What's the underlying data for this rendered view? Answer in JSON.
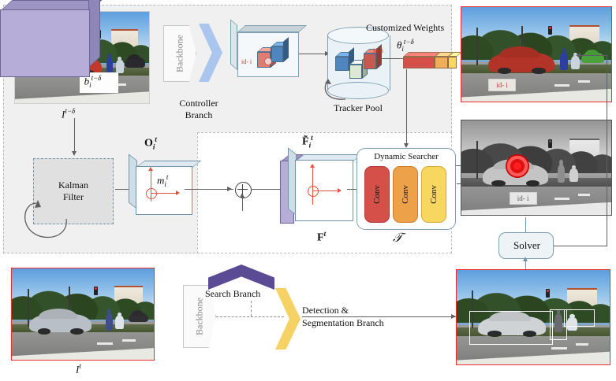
{
  "figure": {
    "title": "Tracking architecture with controller branch, tracker pool and dynamic searcher"
  },
  "panels": {
    "controller_panel_name": "controller-region",
    "search_panel_name": "search-region"
  },
  "labels": {
    "backbone_top": "Backbone",
    "backbone_bottom": "Backbone",
    "controller_branch_line1": "Controller",
    "controller_branch_line2": "Branch",
    "tracker_pool": "Tracker Pool",
    "customized_weights": "Customized Weights",
    "kalman_filter_line1": "Kalman",
    "kalman_filter_line2": "Filter",
    "dynamic_searcher": "Dynamic Searcher",
    "solver": "Solver",
    "search_branch": "Search Branch",
    "detection_line1": "Detection &",
    "detection_line2": "Segmentation Branch",
    "conv1": "Conv",
    "conv2": "Conv",
    "conv3": "Conv",
    "id_controller": "id- i",
    "id_pool": "id- i",
    "id_top_image": "id- i",
    "id_mid_image": "id- i"
  },
  "math": {
    "image_prev": {
      "base": "I",
      "sup": "t−δ"
    },
    "image_cur": {
      "base": "I",
      "sup": "t"
    },
    "box_prev": {
      "base": "b",
      "sub": "i",
      "sup": "t−δ"
    },
    "theta": {
      "base": "θ",
      "sub": "i",
      "sup": "t−δ"
    },
    "motion_map": {
      "base": "O",
      "sub": "i",
      "sup": "t"
    },
    "motion_inner": {
      "base": "m",
      "sub": "i",
      "sup": "t"
    },
    "feature_fused": {
      "base": "F̃",
      "sub": "i",
      "sup": "t"
    },
    "feature_search": {
      "base": "F",
      "sup": "t"
    },
    "transform": "𝒯"
  },
  "colors": {
    "panel_gray": "#f0f0f0",
    "panel_border": "#b9b9b9",
    "frame_red": "#ef2b2b",
    "id_text": "#c0392b",
    "violet": "#b6aed8",
    "violet_dark": "#5b4a94",
    "yellow_chevron": "#f6d264",
    "blue_chevron": "#aac6ef",
    "conv_red": "#d6504a",
    "conv_orange": "#eda24a",
    "conv_yellow": "#f7d760",
    "box_blue_border": "#7d9fb3",
    "cross_red": "#e2533a",
    "connector": "#5f5f5f"
  },
  "scenes": {
    "top_left": {
      "name": "previous-frame-image",
      "highlight": "red-car-mask"
    },
    "top_right": {
      "name": "tracked-object-image",
      "highlight": "red-car-mask"
    },
    "mid_right": {
      "name": "response-heatmap-image",
      "highlight": "gaussian-peak"
    },
    "bottom_left": {
      "name": "current-frame-image",
      "highlight": "none"
    },
    "bottom_right": {
      "name": "detection-result-image",
      "highlight": "white-boxes"
    }
  }
}
